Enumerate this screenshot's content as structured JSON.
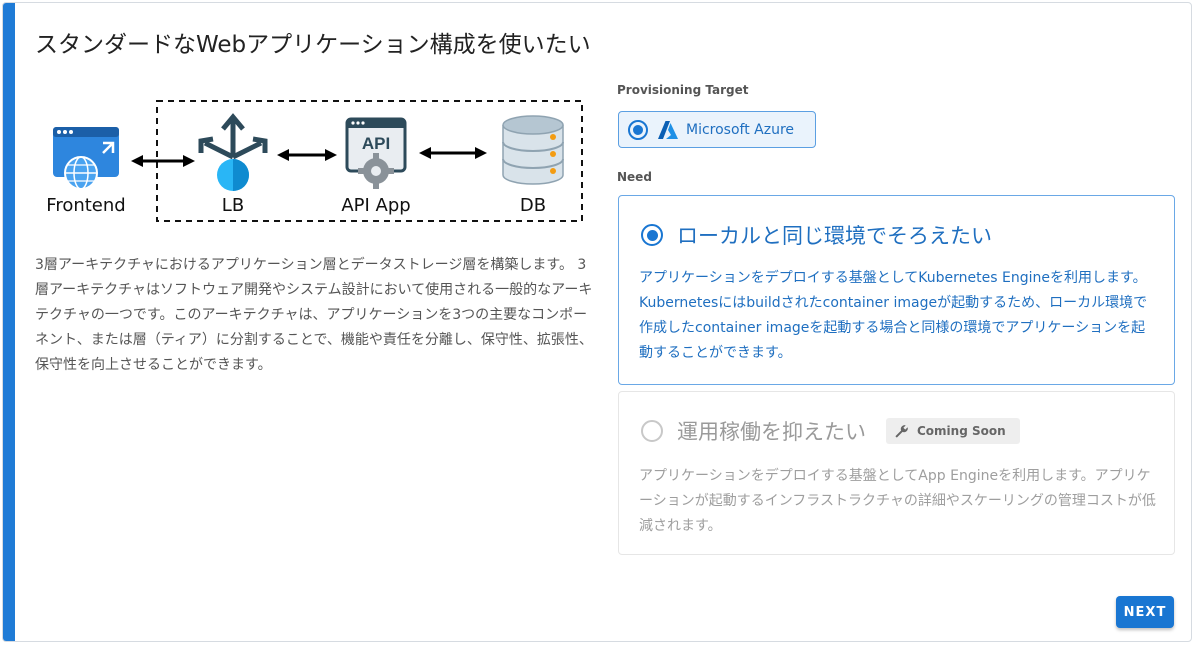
{
  "page": {
    "title": "スタンダードなWebアプリケーション構成を使いたい"
  },
  "diagram": {
    "nodes": [
      {
        "label": "Frontend",
        "icon": "browser-globe-icon"
      },
      {
        "label": "LB",
        "icon": "load-balancer-icon"
      },
      {
        "label": "API App",
        "icon": "api-app-icon"
      },
      {
        "label": "DB",
        "icon": "database-icon"
      }
    ]
  },
  "description": "3層アーキテクチャにおけるアプリケーション層とデータストレージ層を構築します。 3層アーキテクチャはソフトウェア開発やシステム設計において使用される一般的なアーキテクチャの一つです。このアーキテクチャは、アプリケーションを3つの主要なコンポーネント、または層（ティア）に分割することで、機能や責任を分離し、保守性、拡張性、保守性を向上させることができます。",
  "provisioning": {
    "label": "Provisioning Target",
    "selected": "Microsoft Azure",
    "icon": "azure-icon"
  },
  "need": {
    "label": "Need",
    "options": [
      {
        "title": "ローカルと同じ環境でそろえたい",
        "body": "アプリケーションをデプロイする基盤としてKubernetes Engineを利用します。Kubernetesにはbuildされたcontainer imageが起動するため、ローカル環境で作成したcontainer imageを起動する場合と同様の環境でアプリケーションを起動することができます。",
        "selected": true
      },
      {
        "title": "運用稼働を抑えたい",
        "badge": "Coming Soon",
        "body": "アプリケーションをデプロイする基盤としてApp Engineを利用します。アプリケーションが起動するインフラストラクチャの詳細やスケーリングの管理コストが低減されます。",
        "selected": false
      }
    ]
  },
  "actions": {
    "next_label": "NEXT"
  },
  "colors": {
    "accent": "#1976d2",
    "selected_text": "#1f6fc0",
    "disabled_text": "#9e9e9e"
  }
}
